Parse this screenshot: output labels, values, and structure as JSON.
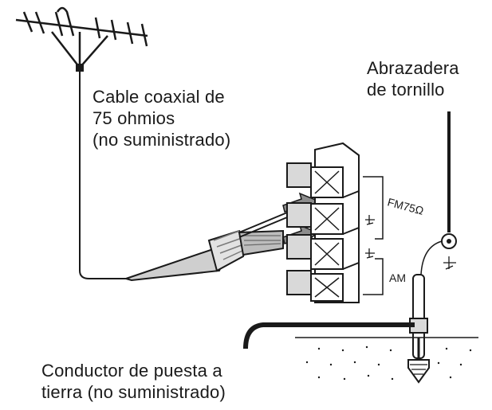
{
  "labels": {
    "coax_line1": "Cable coaxial de",
    "coax_line2": "75 ohmios",
    "coax_line3": "(no suministrado)",
    "clamp_line1": "Abrazadera",
    "clamp_line2": "de tornillo",
    "ground_line1": "Conductor de puesta a",
    "ground_line2": "tierra (no suministrado)",
    "terminal_fm": "FM75Ω",
    "terminal_am": "AM"
  },
  "colors": {
    "ink": "#1a1a1a",
    "panel_shade": "#d9d9d9",
    "arrow": "#8c8c8c"
  }
}
